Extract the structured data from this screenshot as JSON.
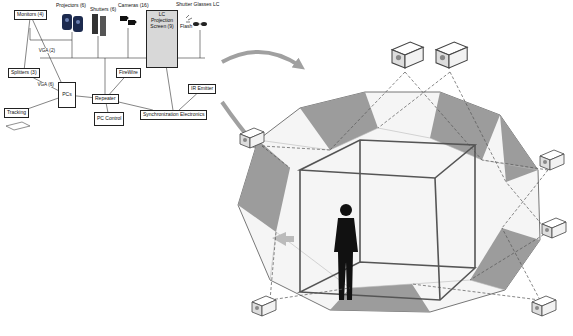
{
  "diagram": {
    "nodes": [
      {
        "text": [
          "Monitors (4)"
        ]
      },
      {
        "text": [
          "Splitters (3)"
        ]
      },
      {
        "text": [
          "PCs"
        ]
      },
      {
        "text": [
          "Tracking"
        ]
      },
      {
        "text": [
          "Repeater"
        ]
      },
      {
        "text": [
          "PC Control"
        ]
      },
      {
        "text": [
          "FireWire"
        ]
      },
      {
        "text": [
          "LC Projection Screen (9)"
        ]
      },
      {
        "text": [
          "Synchronization Electronics"
        ]
      },
      {
        "text": [
          "IR Emitter"
        ]
      }
    ],
    "edges": [
      {
        "from": 1,
        "to": 0,
        "arrow": "none"
      },
      {
        "from": 2,
        "to": 1,
        "label": "VGA (6)",
        "arrow": "none"
      },
      {
        "from": 2,
        "to": 0,
        "label": "VGA (2)",
        "arrow": "none"
      },
      {
        "from": 3,
        "to": 2,
        "arrow": "none"
      },
      {
        "from": 2,
        "to": 4,
        "arrow": "none"
      },
      {
        "from": 4,
        "to": 5,
        "arrow": "none"
      },
      {
        "from": 6,
        "to": 4,
        "arrow": "none"
      },
      {
        "from": 4,
        "to": 8,
        "arrow": "none"
      },
      {
        "from": 7,
        "to": 8,
        "arrow": "none"
      },
      {
        "from": 8,
        "to": 9,
        "arrow": "none"
      }
    ],
    "labels": [
      "Projectors (6)",
      "Shutters (6)",
      "Cameras (16)",
      "Flash",
      "Shutter Glasses LC"
    ]
  }
}
